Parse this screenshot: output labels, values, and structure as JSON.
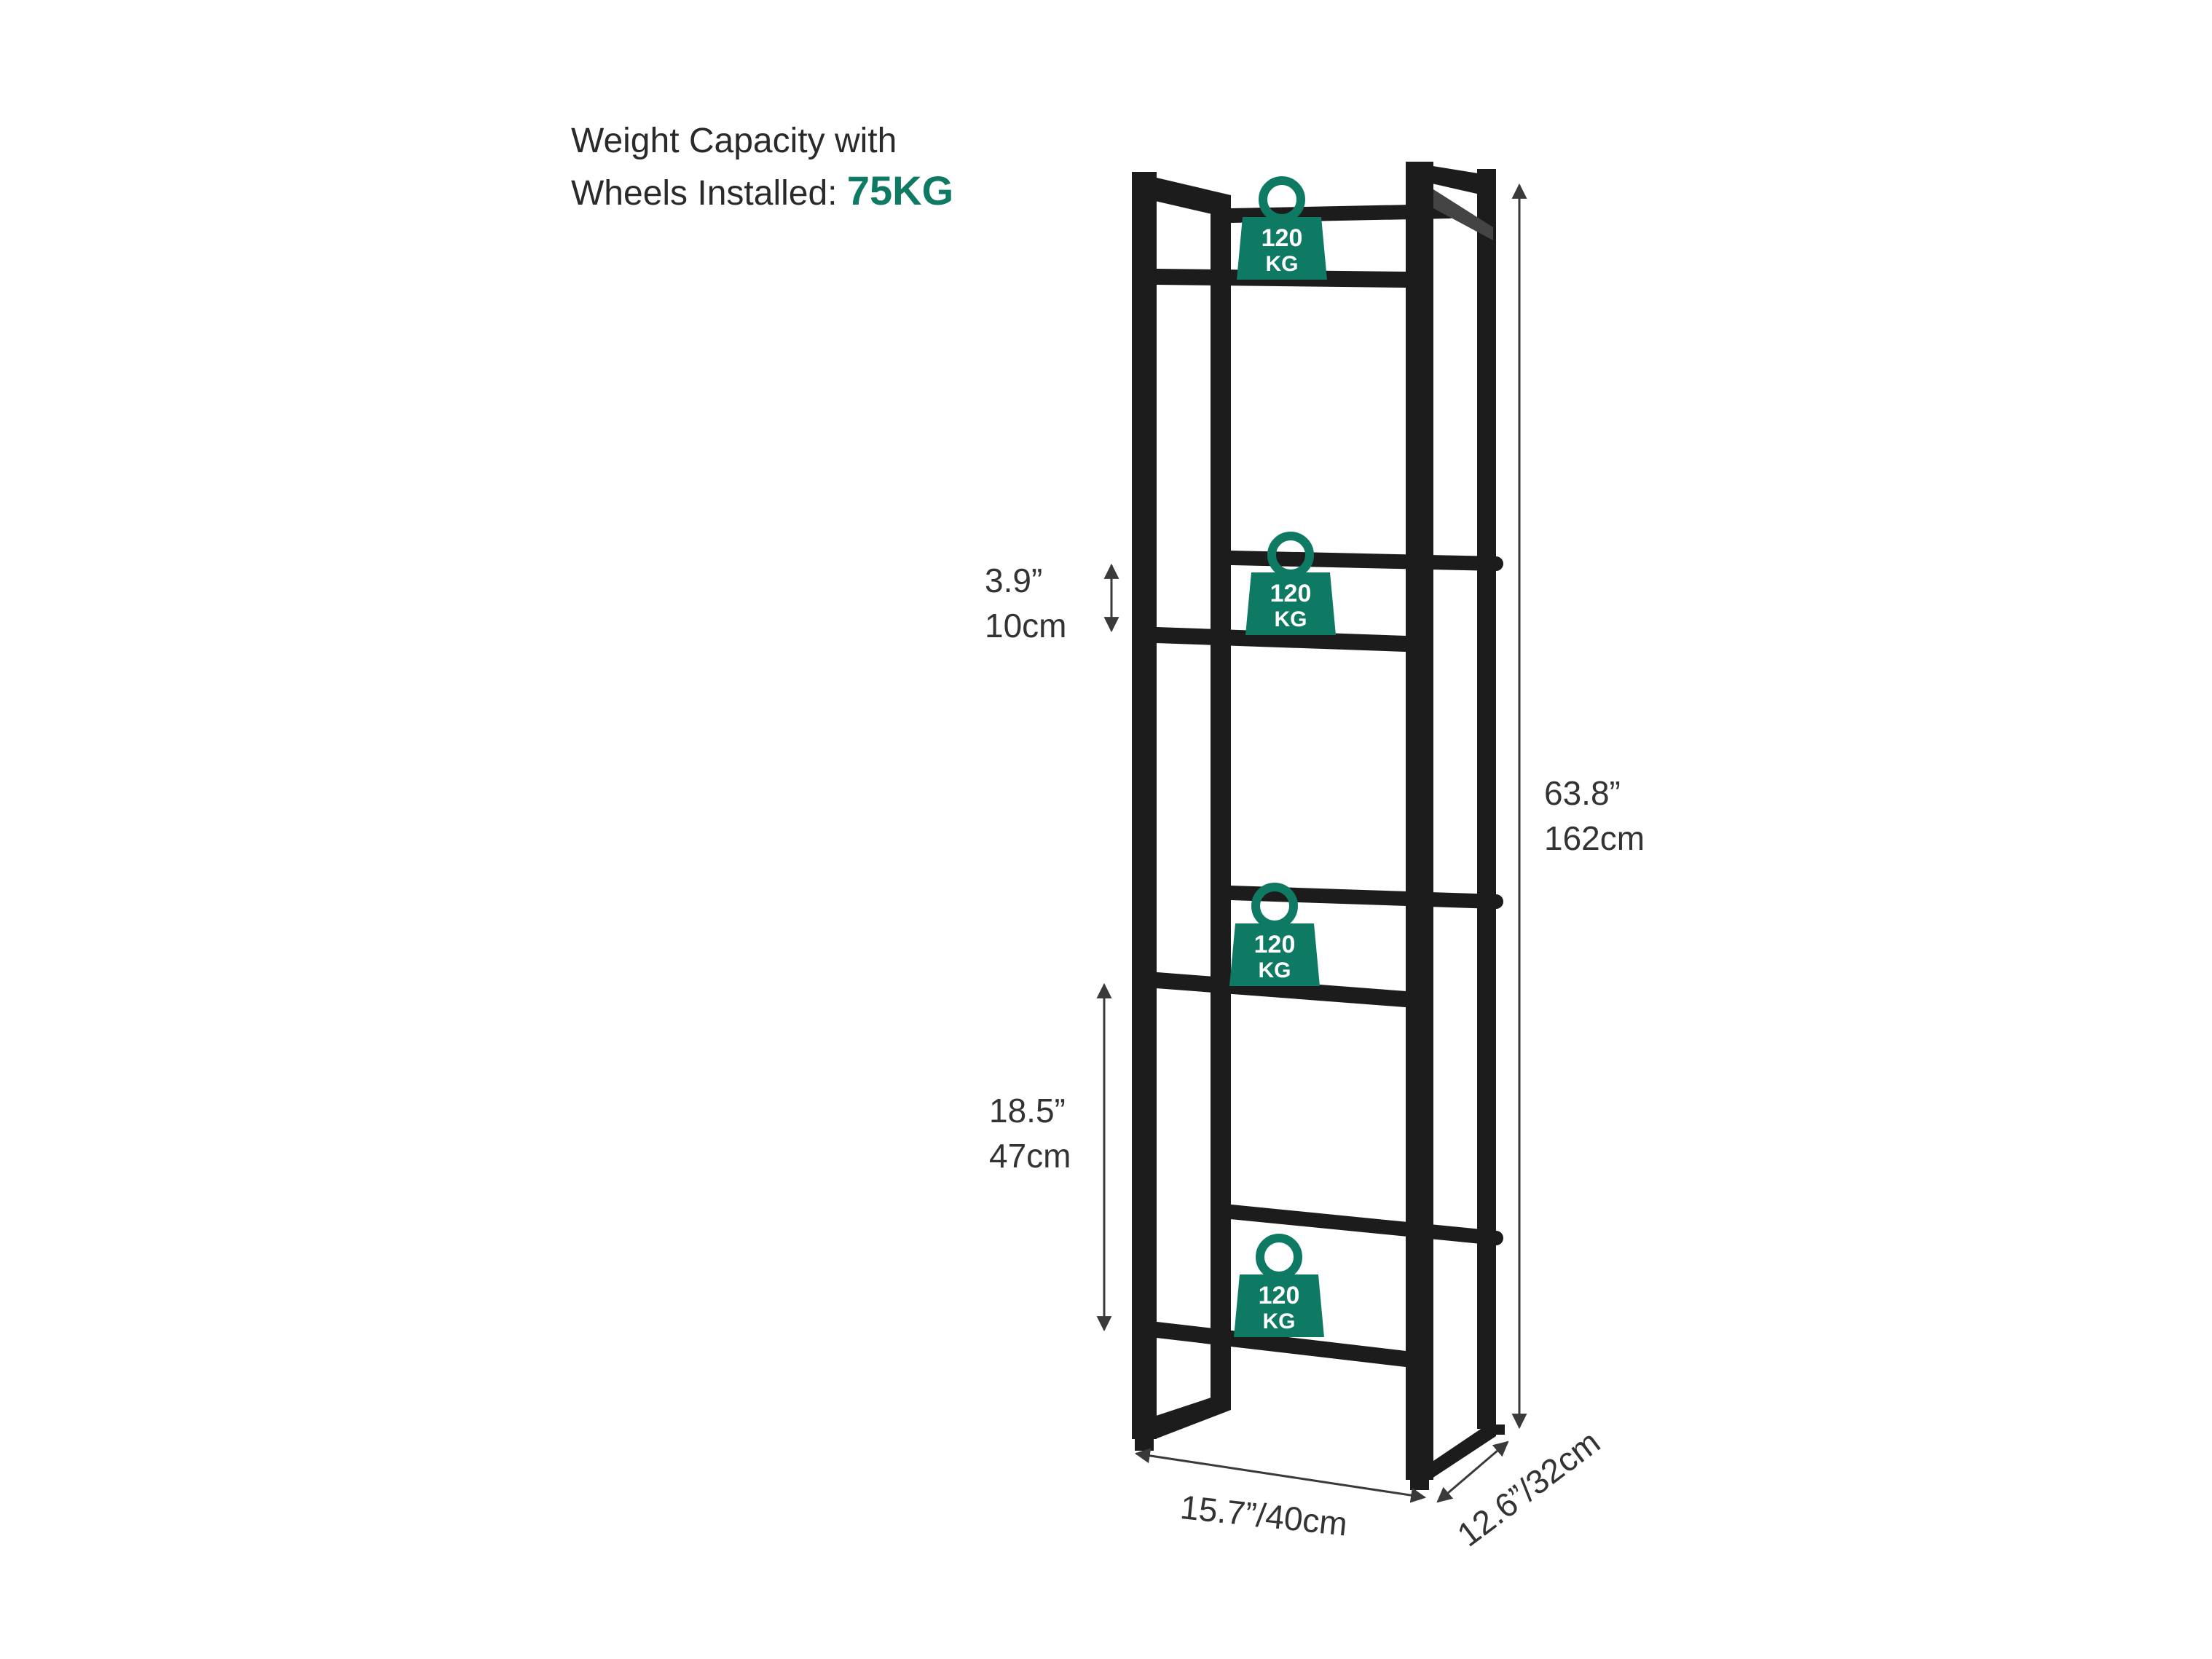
{
  "headline": {
    "line1": "Weight Capacity with",
    "line2_prefix": "Wheels Installed: ",
    "line2_value": "75KG"
  },
  "colors": {
    "accent": "#0f7a63",
    "frame": "#1c1c1c",
    "dimension_line": "#3a3a3a"
  },
  "badges": [
    {
      "top": "120",
      "bottom": "KG"
    },
    {
      "top": "120",
      "bottom": "KG"
    },
    {
      "top": "120",
      "bottom": "KG"
    },
    {
      "top": "120",
      "bottom": "KG"
    }
  ],
  "dimensions": {
    "gap_small": {
      "imperial": "3.9”",
      "metric": "10cm"
    },
    "gap_large": {
      "imperial": "18.5”",
      "metric": "47cm"
    },
    "height": {
      "imperial": "63.8”",
      "metric": "162cm"
    },
    "width": {
      "text": "15.7”/40cm"
    },
    "depth": {
      "text": "12.6”/32cm"
    }
  }
}
